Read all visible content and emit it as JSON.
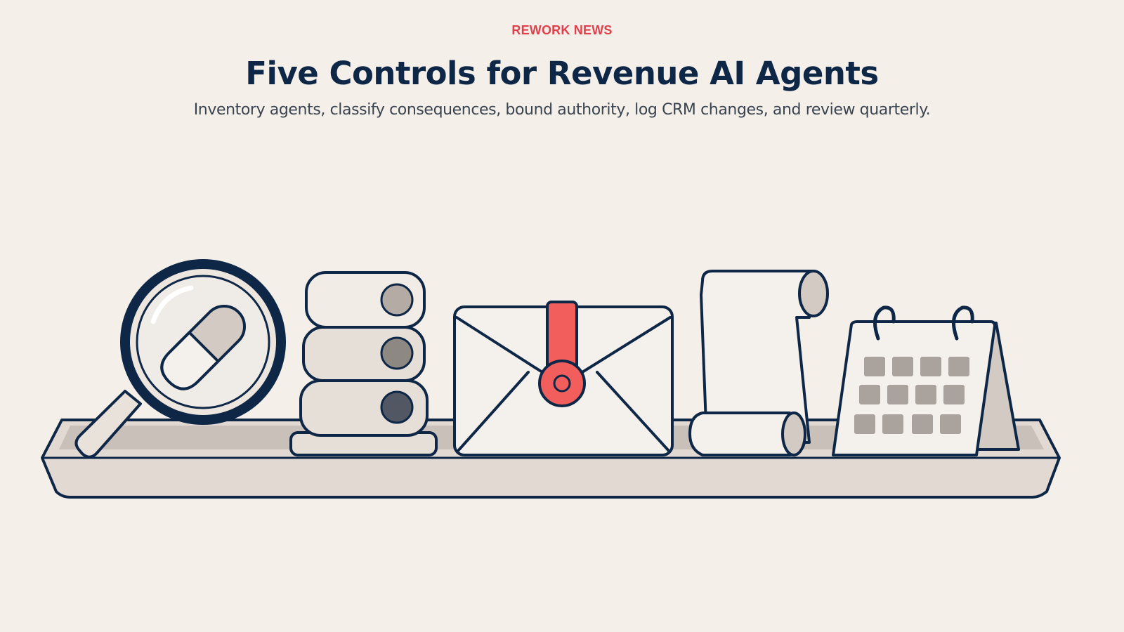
{
  "header": {
    "kicker": "REWORK NEWS",
    "title": "Five Controls for Revenue AI Agents",
    "subtitle": "Inventory agents, classify consequences, bound authority, log CRM changes, and review quarterly."
  },
  "illustration": {
    "objects": [
      "magnifying-glass",
      "toggle-stack",
      "sealed-envelope",
      "scroll",
      "desk-calendar"
    ]
  },
  "colors": {
    "background": "#f4f0e9",
    "ink": "#0f2747",
    "accent": "#e0404c",
    "seal": "#f25e5c",
    "tray": "#e2dad2",
    "fill_light": "#f4f1ec",
    "fill_muted": "#d3cbc3",
    "calendar_cell": "#aaa39d"
  }
}
